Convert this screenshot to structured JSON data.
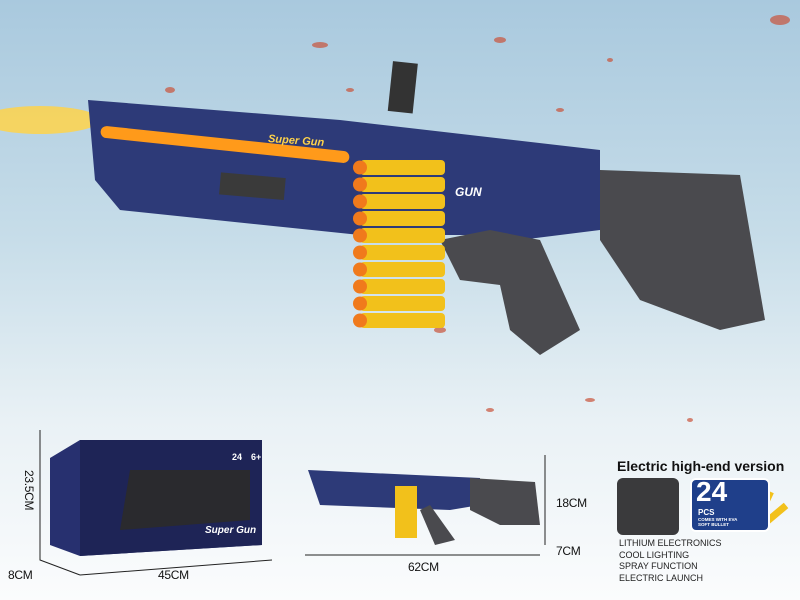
{
  "product": {
    "gun_label": "Super Gun",
    "gun_logo": "GUN",
    "box_title": "Super Gun",
    "box_count": "24",
    "box_age": "6+"
  },
  "dimensions": {
    "box_height": "23.5CM",
    "box_depth": "8CM",
    "box_width": "45CM",
    "gun_length": "62CM",
    "gun_height": "18CM",
    "gun_depth": "7CM"
  },
  "features": {
    "title": "Electric high-end version",
    "bullet_count": "24",
    "bullet_unit": "PCS",
    "bullet_caption": "COMES WITH EVA SOFT BULLET",
    "items": [
      "LITHIUM ELECTRONICS",
      "COOL LIGHTING",
      "SPRAY FUNCTION",
      "ELECTRIC LAUNCH"
    ]
  },
  "colors": {
    "body": "#2d3a78",
    "grip": "#4a4a4e",
    "dart": "#f2c11b",
    "dart_tip": "#f07a1c",
    "muzzle_flash": "#ffcc33"
  }
}
